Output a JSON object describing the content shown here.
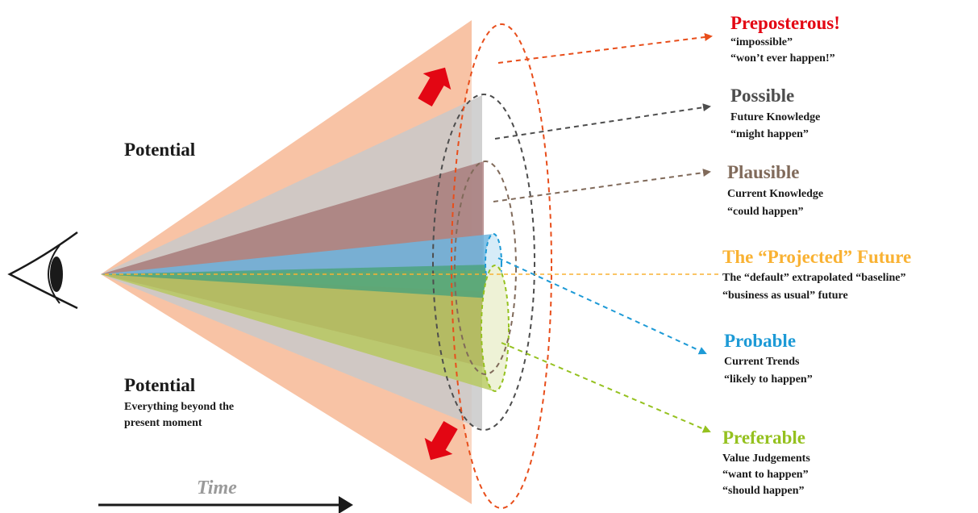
{
  "colors": {
    "preposterous": "#e30613",
    "possible": "#4d4d4d",
    "plausible": "#806a5a",
    "projected": "#f9b233",
    "probable": "#1d9ad6",
    "preferable": "#95c11f",
    "cone_outer": "#f7b895",
    "cone_possible": "#cccccc",
    "cone_plausible": "#a87070",
    "arrow_red": "#e30613",
    "outer_ring": "#e84e1b"
  },
  "left": {
    "potential_top": "Potential",
    "potential_bottom": "Potential",
    "potential_bottom_sub1": "Everything beyond the",
    "potential_bottom_sub2": "present moment",
    "time_label": "Time"
  },
  "futures": {
    "preposterous": {
      "title": "Preposterous!",
      "line1": "“impossible”",
      "line2": "“won’t ever happen!”"
    },
    "possible": {
      "title": "Possible",
      "line1": "Future Knowledge",
      "line2": "“might happen”"
    },
    "plausible": {
      "title": "Plausible",
      "line1": "Current Knowledge",
      "line2": "“could happen”"
    },
    "projected": {
      "title": "The “Projected” Future",
      "line1": "The “default” extrapolated “baseline”",
      "line2": "“business as usual” future"
    },
    "probable": {
      "title": "Probable",
      "line1": "Current Trends",
      "line2": "“likely to happen”"
    },
    "preferable": {
      "title": "Preferable",
      "line1": "Value Judgements",
      "line2": "“want to happen”",
      "line3": "“should happen”"
    }
  },
  "icons": {
    "eye": "eye-icon",
    "time_arrow": "arrow-right-icon",
    "expand_up": "arrow-up-left-icon",
    "expand_down": "arrow-down-left-icon"
  }
}
